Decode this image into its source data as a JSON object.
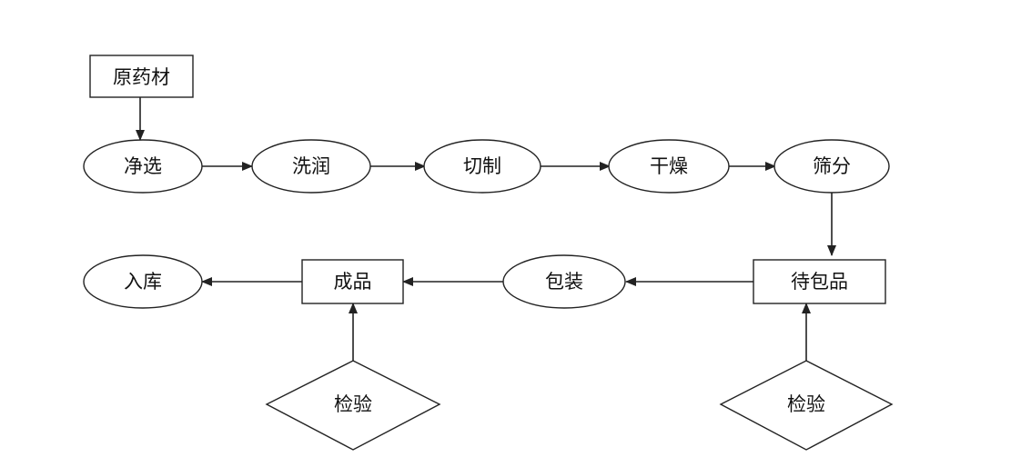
{
  "nodes": {
    "raw_material": {
      "label": "原药材",
      "shape": "rect"
    },
    "clean_select": {
      "label": "净选",
      "shape": "ellipse"
    },
    "wash_moisten": {
      "label": "洗润",
      "shape": "ellipse"
    },
    "cutting": {
      "label": "切制",
      "shape": "ellipse"
    },
    "drying": {
      "label": "干燥",
      "shape": "ellipse"
    },
    "sieving": {
      "label": "筛分",
      "shape": "ellipse"
    },
    "to_be_packed": {
      "label": "待包品",
      "shape": "rect"
    },
    "packing": {
      "label": "包装",
      "shape": "ellipse"
    },
    "finished_product": {
      "label": "成品",
      "shape": "rect"
    },
    "warehousing": {
      "label": "入库",
      "shape": "ellipse"
    },
    "inspection_left": {
      "label": "检验",
      "shape": "diamond"
    },
    "inspection_right": {
      "label": "检验",
      "shape": "diamond"
    }
  },
  "edges": [
    {
      "from": "raw_material",
      "to": "clean_select"
    },
    {
      "from": "clean_select",
      "to": "wash_moisten"
    },
    {
      "from": "wash_moisten",
      "to": "cutting"
    },
    {
      "from": "cutting",
      "to": "drying"
    },
    {
      "from": "drying",
      "to": "sieving"
    },
    {
      "from": "sieving",
      "to": "to_be_packed"
    },
    {
      "from": "to_be_packed",
      "to": "packing"
    },
    {
      "from": "packing",
      "to": "finished_product"
    },
    {
      "from": "finished_product",
      "to": "warehousing"
    },
    {
      "from": "inspection_left",
      "to": "finished_product"
    },
    {
      "from": "inspection_right",
      "to": "to_be_packed"
    }
  ],
  "colors": {
    "stroke": "#222222",
    "fill": "#ffffff",
    "text": "#111111"
  }
}
